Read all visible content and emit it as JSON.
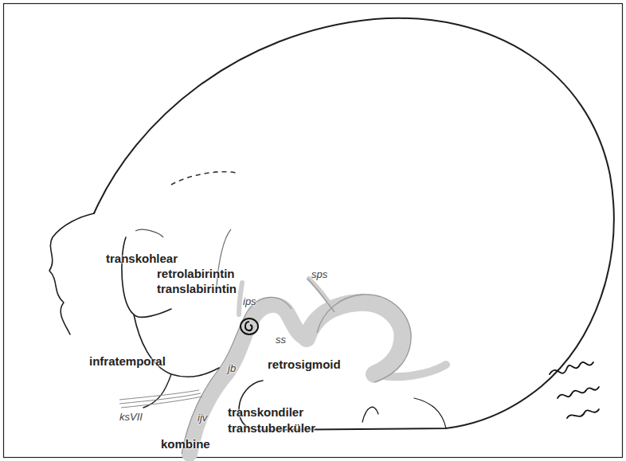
{
  "diagram": {
    "labels": [
      "transkohlear",
      "retrolabirintin",
      "translabirintin",
      "sps",
      "ips",
      "ss",
      "jb",
      "infratemporal",
      "retrosigmoid",
      "ksVII",
      "ijv",
      "transkondiler",
      "transtuberküler",
      "kombine"
    ]
  }
}
